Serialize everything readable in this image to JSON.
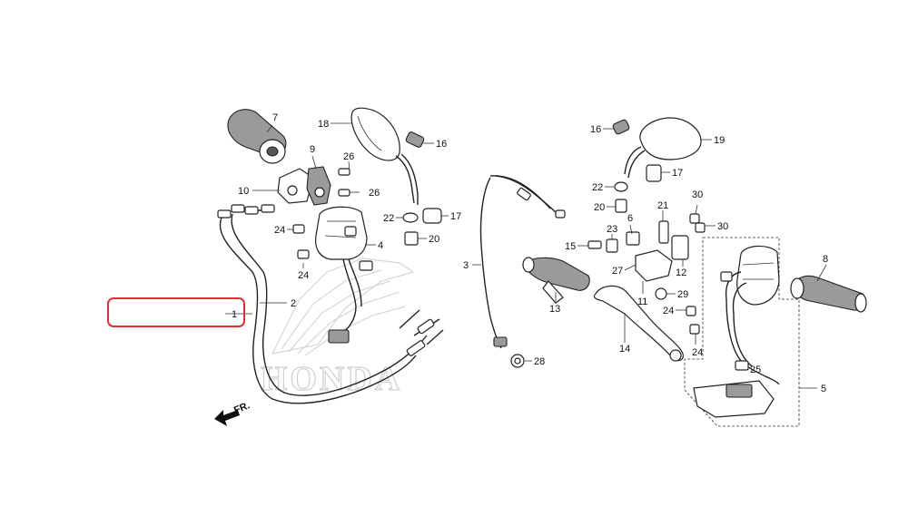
{
  "watermark": {
    "brand": "HONDA"
  },
  "direction_marker": {
    "label": "FR."
  },
  "highlight": {
    "color": "#e03030",
    "target_part": "1"
  },
  "callouts": [
    {
      "id": "c1",
      "label": "1"
    },
    {
      "id": "c2",
      "label": "2"
    },
    {
      "id": "c3",
      "label": "3"
    },
    {
      "id": "c4",
      "label": "4"
    },
    {
      "id": "c5",
      "label": "5"
    },
    {
      "id": "c6",
      "label": "6"
    },
    {
      "id": "c7",
      "label": "7"
    },
    {
      "id": "c8",
      "label": "8"
    },
    {
      "id": "c9",
      "label": "9"
    },
    {
      "id": "c10",
      "label": "10"
    },
    {
      "id": "c11",
      "label": "11"
    },
    {
      "id": "c12",
      "label": "12"
    },
    {
      "id": "c13",
      "label": "13"
    },
    {
      "id": "c14",
      "label": "14"
    },
    {
      "id": "c15",
      "label": "15"
    },
    {
      "id": "c16a",
      "label": "16"
    },
    {
      "id": "c16b",
      "label": "16"
    },
    {
      "id": "c17a",
      "label": "17"
    },
    {
      "id": "c17b",
      "label": "17"
    },
    {
      "id": "c18",
      "label": "18"
    },
    {
      "id": "c19",
      "label": "19"
    },
    {
      "id": "c20a",
      "label": "20"
    },
    {
      "id": "c20b",
      "label": "20"
    },
    {
      "id": "c21",
      "label": "21"
    },
    {
      "id": "c22a",
      "label": "22"
    },
    {
      "id": "c22b",
      "label": "22"
    },
    {
      "id": "c23",
      "label": "23"
    },
    {
      "id": "c24a",
      "label": "24"
    },
    {
      "id": "c24b",
      "label": "24"
    },
    {
      "id": "c24c",
      "label": "24"
    },
    {
      "id": "c24d",
      "label": "24"
    },
    {
      "id": "c25",
      "label": "25"
    },
    {
      "id": "c26a",
      "label": "26"
    },
    {
      "id": "c26b",
      "label": "26"
    },
    {
      "id": "c27",
      "label": "27"
    },
    {
      "id": "c28",
      "label": "28"
    },
    {
      "id": "c29",
      "label": "29"
    },
    {
      "id": "c30a",
      "label": "30"
    },
    {
      "id": "c30b",
      "label": "30"
    }
  ]
}
